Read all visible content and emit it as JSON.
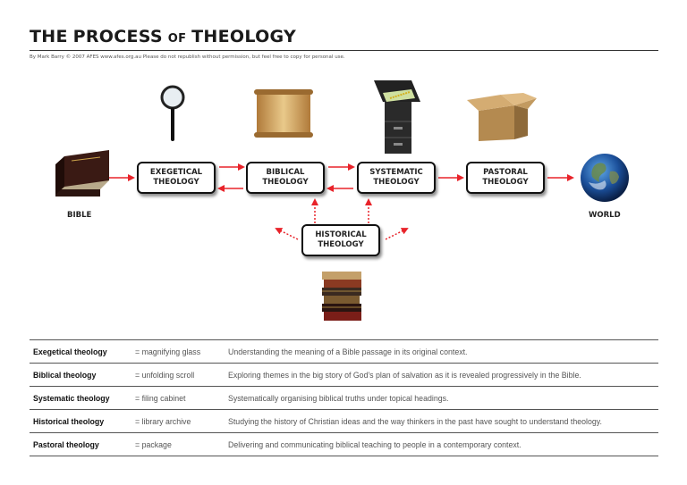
{
  "header": {
    "title_the": "THE",
    "title_process": "PROCESS",
    "title_of": "OF",
    "title_theology": "THEOLOGY",
    "credit": "By Mark Barry  © 2007 AFES  www.afes.org.au  Please do not republish without permission, but feel free to copy for personal use."
  },
  "diagram": {
    "start_label": "BIBLE",
    "end_label": "WORLD",
    "nodes": {
      "exegetical": "EXEGETICAL\nTHEOLOGY",
      "biblical": "BIBLICAL\nTHEOLOGY",
      "systematic": "SYSTEMATIC\nTHEOLOGY",
      "pastoral": "PASTORAL\nTHEOLOGY",
      "historical": "HISTORICAL\nTHEOLOGY"
    },
    "icons": {
      "bible": "bible-book-icon",
      "exegetical": "magnifying-glass-icon",
      "biblical": "scroll-icon",
      "systematic": "filing-cabinet-icon",
      "pastoral": "cardboard-box-icon",
      "historical": "book-stack-icon",
      "world": "globe-icon"
    },
    "colors": {
      "arrow": "#e8232a",
      "box_border": "#111111"
    }
  },
  "legend": {
    "rows": [
      {
        "term": "Exegetical theology",
        "symbol": "= magnifying glass",
        "description": "Understanding the meaning of a Bible passage in its original context."
      },
      {
        "term": "Biblical theology",
        "symbol": "= unfolding scroll",
        "description": "Exploring themes in the big story of God's plan of salvation as it is revealed progressively in the Bible."
      },
      {
        "term": "Systematic theology",
        "symbol": "= filing cabinet",
        "description": "Systematically organising biblical truths under topical headings."
      },
      {
        "term": "Historical theology",
        "symbol": "= library archive",
        "description": "Studying the history of Christian ideas and the way thinkers in the past have sought to understand theology."
      },
      {
        "term": "Pastoral theology",
        "symbol": "= package",
        "description": "Delivering and communicating biblical teaching to people in a contemporary context."
      }
    ]
  }
}
